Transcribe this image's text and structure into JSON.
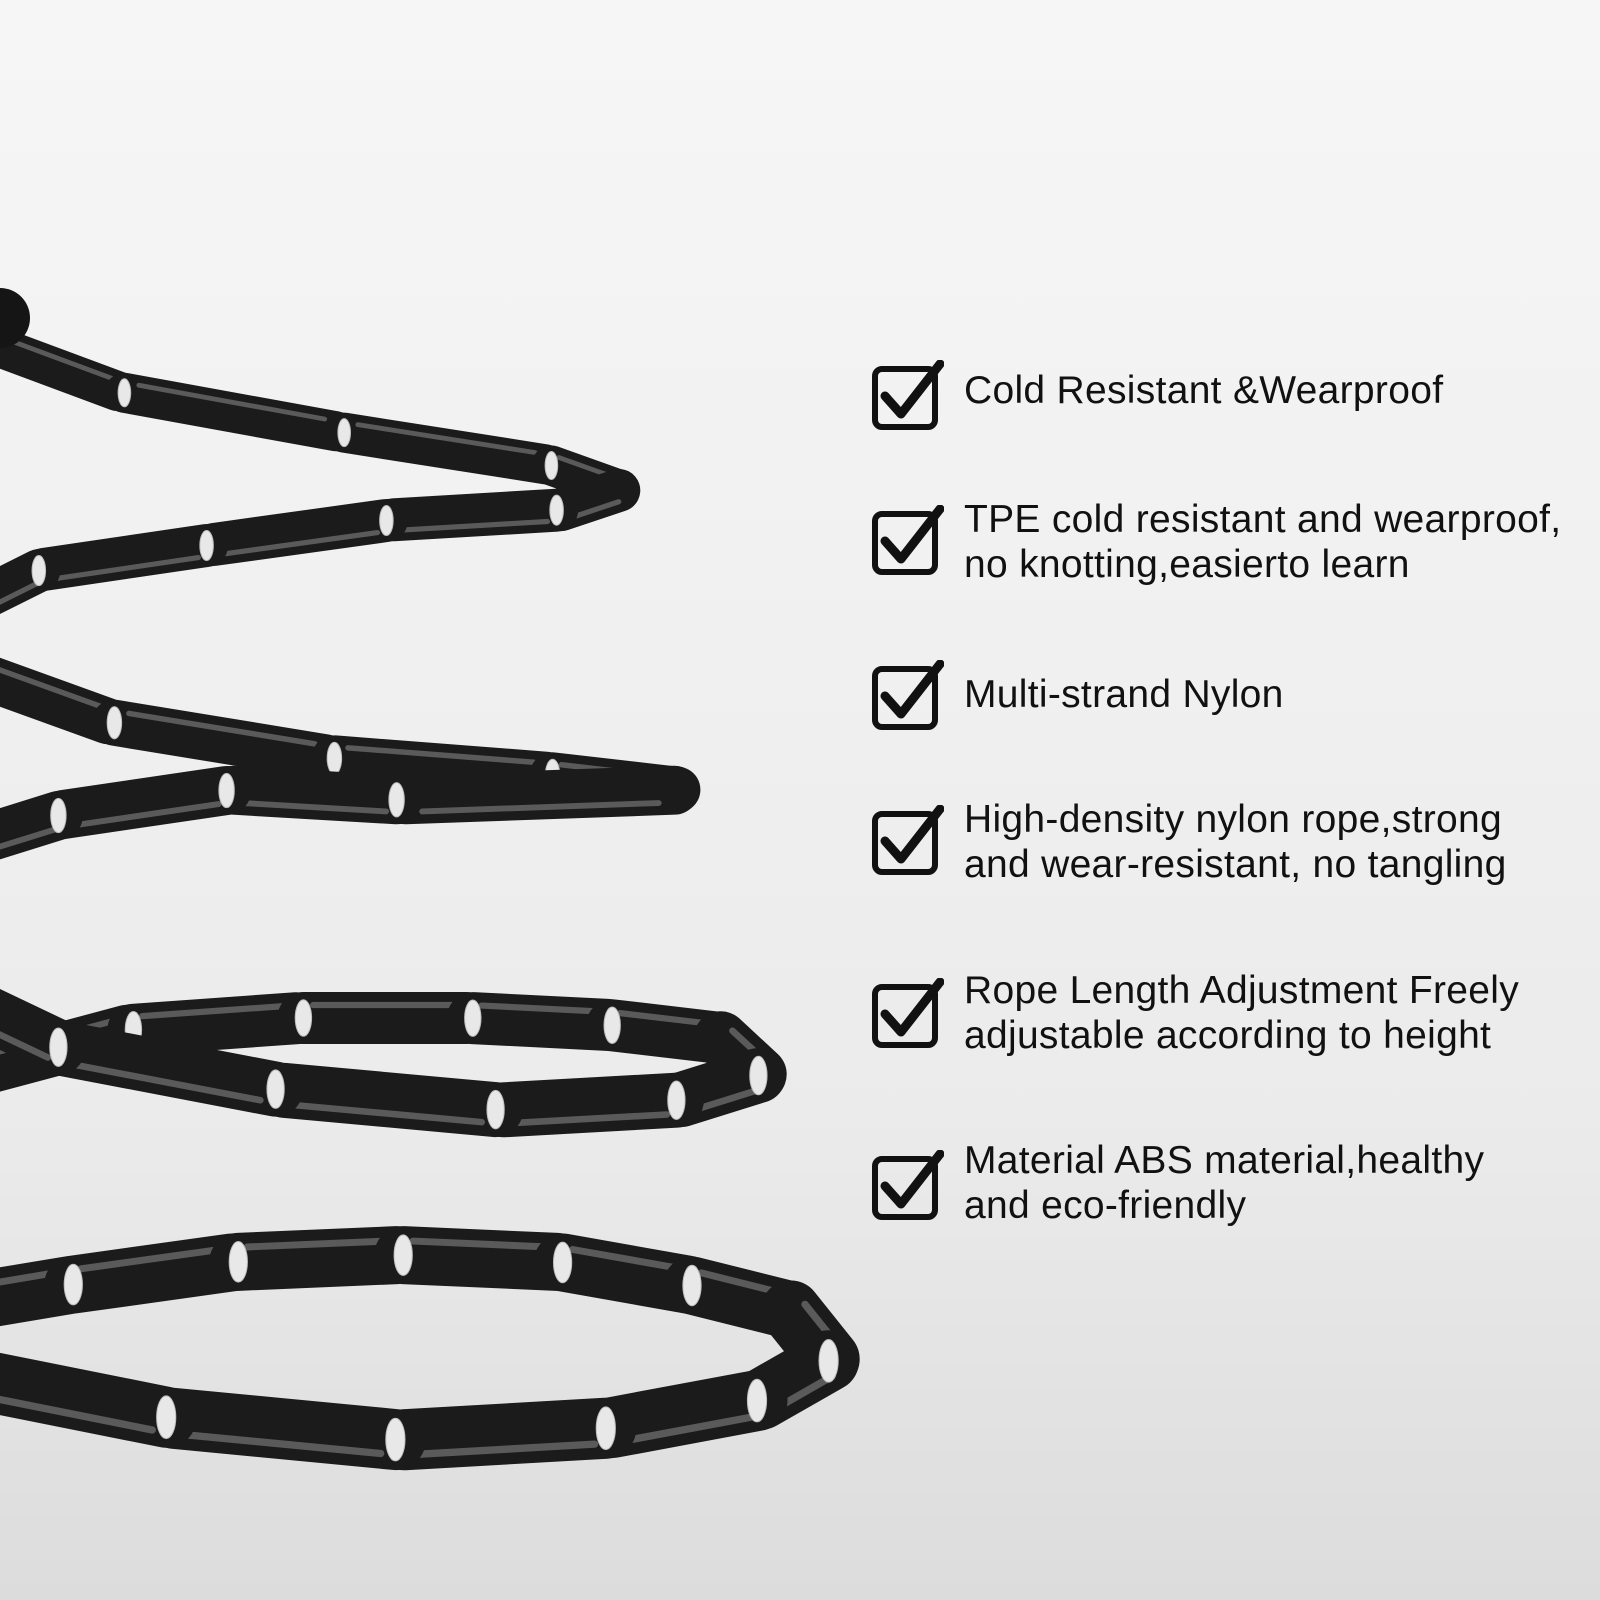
{
  "features": [
    {
      "text": "Cold Resistant &Wearproof",
      "icon": "checkbox-checked-icon"
    },
    {
      "line1": "TPE cold resistant and wearproof,",
      "line2": "no knotting,easierto learn",
      "icon": "checkbox-checked-icon"
    },
    {
      "text": "Multi-strand Nylon",
      "icon": "checkbox-checked-icon"
    },
    {
      "line1": "High-density nylon rope,strong",
      "line2": "and wear-resistant, no tangling",
      "icon": "checkbox-checked-icon"
    },
    {
      "line1": "Rope Length Adjustment Freely",
      "line2": "adjustable according to height",
      "icon": "checkbox-checked-icon"
    },
    {
      "line1": "Material ABS material,healthy",
      "line2": "and eco-friendly",
      "icon": "checkbox-checked-icon"
    }
  ],
  "colors": {
    "text": "#111111",
    "rope": "#1b1b1b",
    "rope_highlight": "#6a6a6a",
    "joint": "#e8e8e8"
  }
}
